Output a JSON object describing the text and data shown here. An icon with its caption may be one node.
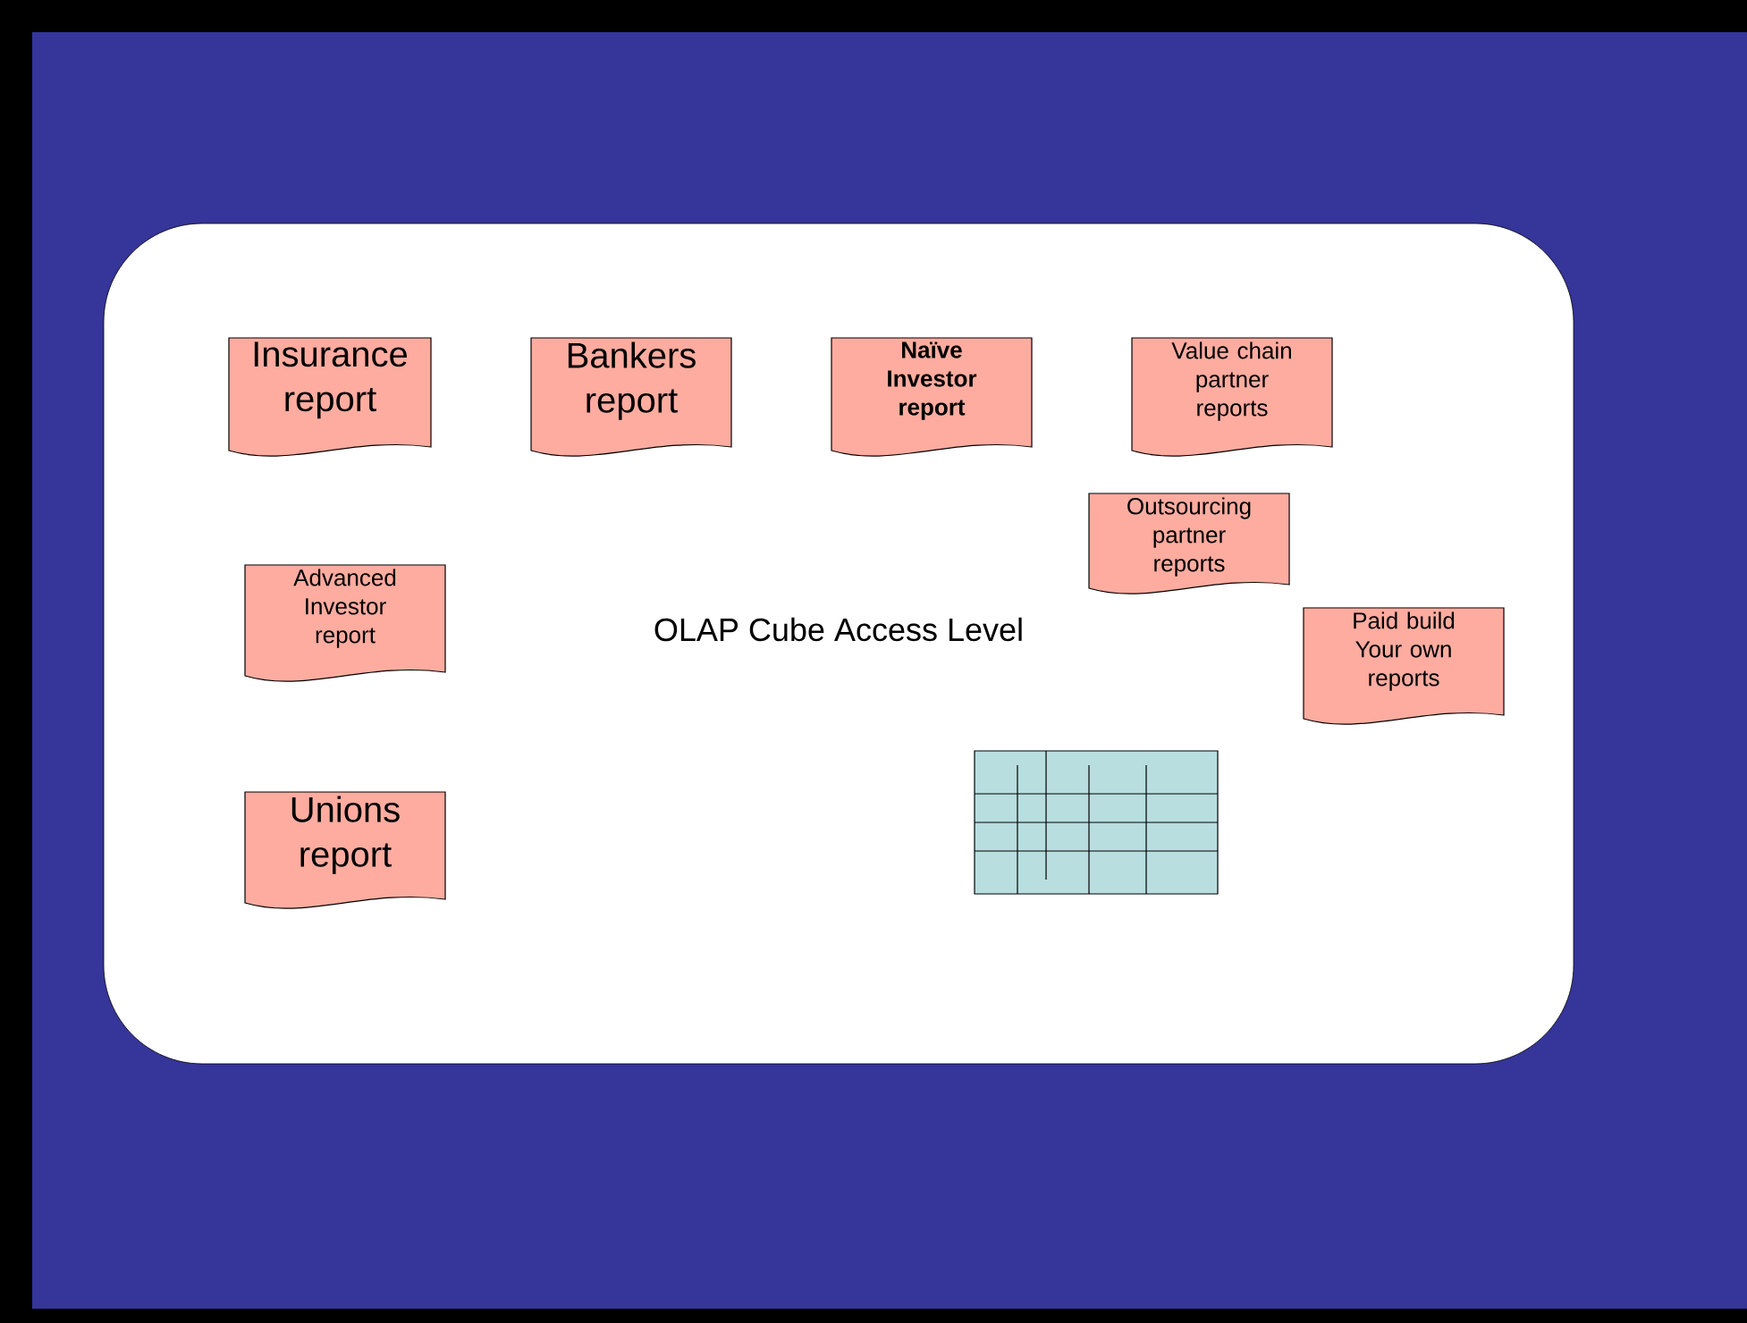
{
  "diagram": {
    "nodes": [
      {
        "text": [
          "OLAP Cube Access Level"
        ]
      },
      {
        "text": [
          "Insurance report"
        ],
        "in": 0
      },
      {
        "text": [
          "Bankers report"
        ],
        "in": 0
      },
      {
        "text": [
          "Naïve Investor report"
        ],
        "in": 0
      },
      {
        "text": [
          "Value chain partner reports"
        ],
        "in": 0
      },
      {
        "text": [
          "Outsourcing partner reports"
        ],
        "in": 0
      },
      {
        "text": [
          "Advanced Investor report"
        ],
        "in": 0
      },
      {
        "text": [
          "Paid build Your own reports"
        ],
        "in": 0
      },
      {
        "text": [
          "Unions report"
        ],
        "in": 0
      }
    ],
    "edges": []
  }
}
